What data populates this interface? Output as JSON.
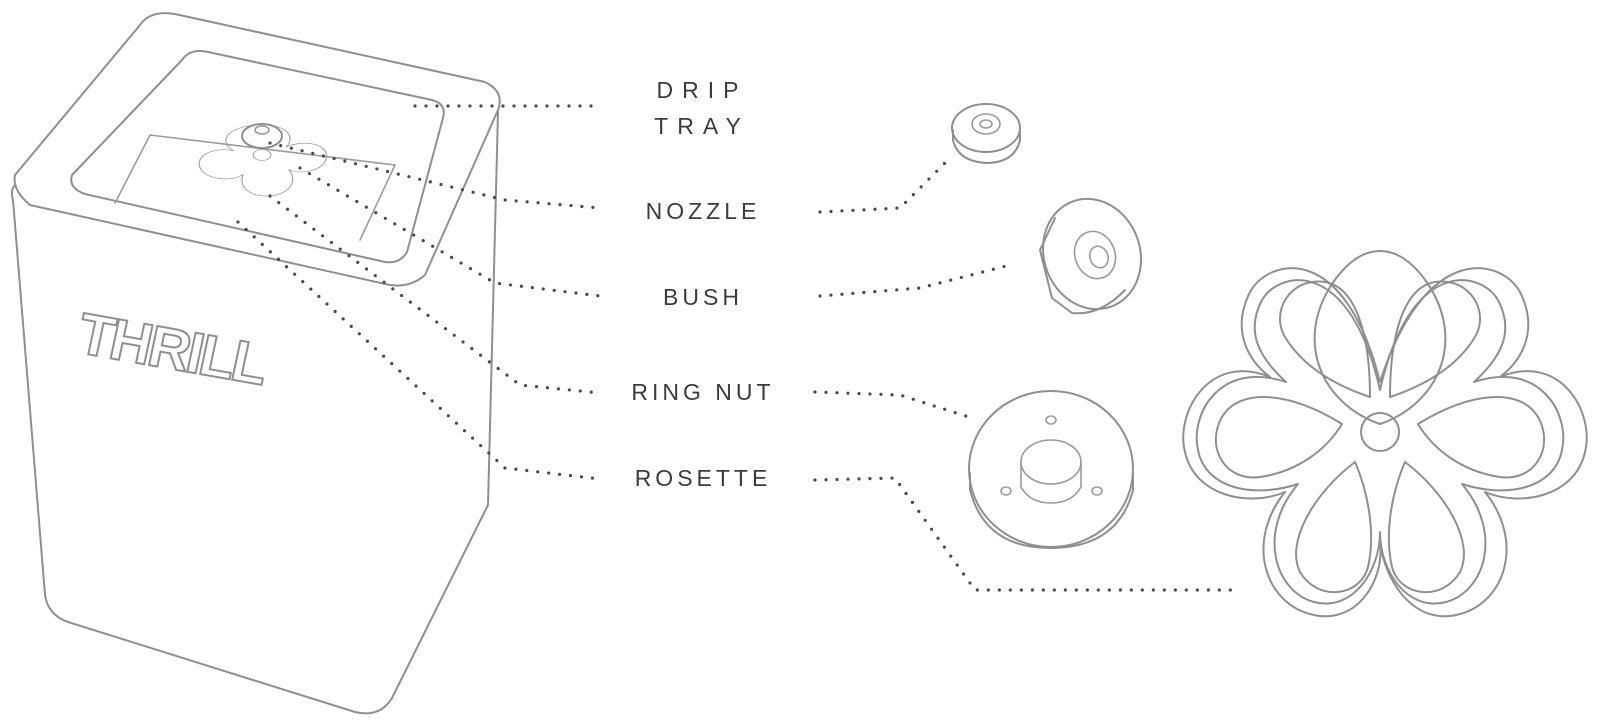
{
  "brand": "THRILL",
  "labels": {
    "drip_tray_line1": "DRIP",
    "drip_tray_line2": "TRAY",
    "nozzle": "NOZZLE",
    "bush": "BUSH",
    "ring_nut": "RING NUT",
    "rosette": "ROSETTE"
  },
  "colors": {
    "line_art": "#8f8f8f",
    "leader_dots": "#4a4a4a",
    "label_text": "#3c3c3c"
  }
}
